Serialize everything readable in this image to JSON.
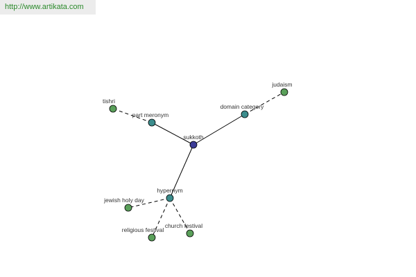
{
  "header": {
    "url": "http://www.artikata.com"
  },
  "colors": {
    "center_node": "#3b3b96",
    "relation_node": "#3b8c8c",
    "term_node": "#5aa05a",
    "edge": "#000000",
    "url_text": "#2b8a2b",
    "url_bg": "#ececec"
  },
  "graph": {
    "nodes": [
      {
        "id": "sukkoth",
        "label": "sukkoth",
        "kind": "center"
      },
      {
        "id": "part_meronym",
        "label": "part meronym",
        "kind": "relation"
      },
      {
        "id": "domain_category",
        "label": "domain category",
        "kind": "relation"
      },
      {
        "id": "hypernym",
        "label": "hypernym",
        "kind": "relation"
      },
      {
        "id": "tishri",
        "label": "tishri",
        "kind": "term"
      },
      {
        "id": "judaism",
        "label": "judaism",
        "kind": "term"
      },
      {
        "id": "jewish_holy_day",
        "label": "jewish holy day",
        "kind": "term"
      },
      {
        "id": "religious_festival",
        "label": "religious festival",
        "kind": "term"
      },
      {
        "id": "church_festival",
        "label": "church festival",
        "kind": "term"
      }
    ],
    "edges": [
      {
        "from": "sukkoth",
        "to": "part_meronym",
        "style": "solid"
      },
      {
        "from": "sukkoth",
        "to": "domain_category",
        "style": "solid"
      },
      {
        "from": "sukkoth",
        "to": "hypernym",
        "style": "solid"
      },
      {
        "from": "part_meronym",
        "to": "tishri",
        "style": "dashed"
      },
      {
        "from": "domain_category",
        "to": "judaism",
        "style": "dashed"
      },
      {
        "from": "hypernym",
        "to": "jewish_holy_day",
        "style": "dashed"
      },
      {
        "from": "hypernym",
        "to": "religious_festival",
        "style": "dashed"
      },
      {
        "from": "hypernym",
        "to": "church_festival",
        "style": "dashed"
      }
    ]
  }
}
